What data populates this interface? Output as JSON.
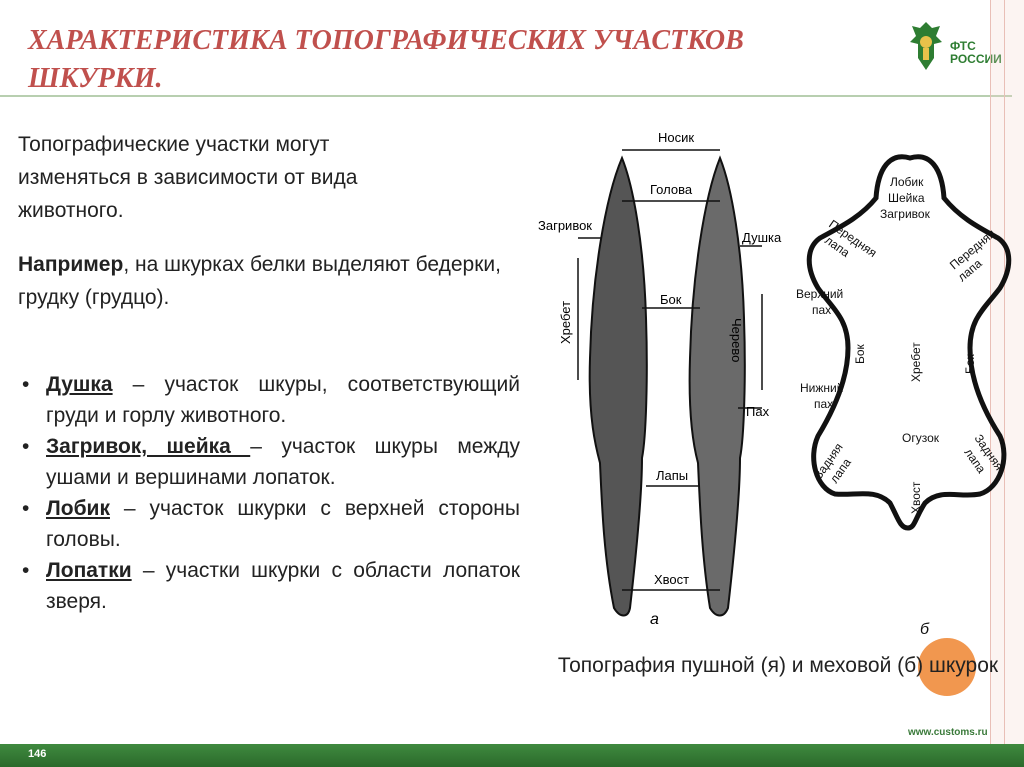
{
  "slide": {
    "title": "ХАРАКТЕРИСТИКА ТОПОГРАФИЧЕСКИХ УЧАСТКОВ ШКУРКИ.",
    "logo_text_line1": "ФТС",
    "logo_text_line2": "РОССИИ",
    "page_number": "146",
    "website": "www.customs.ru"
  },
  "content": {
    "intro": "Топографические участки могут изменяться в зависимости от вида животного.",
    "example_bold": "Например",
    "example_rest": ", на шкурках белки выделяют бедерки, грудку (грудцо).",
    "bullets": [
      {
        "term": "Душка",
        "text": " – участок шкуры, соответствующий груди и горлу животного."
      },
      {
        "term": "Загривок, шейка ",
        "text": "– участок шкуры между ушами и вершинами лопаток."
      },
      {
        "term": "Лобик",
        "text": " – участок шкурки с верхней стороны головы."
      },
      {
        "term": "Лопатки",
        "text": " – участки шкурки с области лопаток зверя."
      }
    ]
  },
  "figure": {
    "caption": "Топография пушной (я) и меховой (б) шкурок",
    "left_labels": {
      "nosik": "Носик",
      "golova": "Голова",
      "zagrivok": "Загривок",
      "dushka": "Душка",
      "khrebet": "Хребет",
      "bok": "Бок",
      "cherevo": "Черево",
      "pakh": "Пах",
      "lapy": "Лапы",
      "khvost": "Хвост",
      "marker": "а"
    },
    "right_labels": {
      "lobik": "Лобик",
      "sheika": "Шейка",
      "zagrivok": "Загривок",
      "perednyaya_lapa_l_1": "Передняя",
      "perednyaya_lapa_l_2": "лапа",
      "perednyaya_lapa_r_1": "Передняя",
      "perednyaya_lapa_r_2": "лапа",
      "verkhny_pakh_1": "Верхний",
      "verkhny_pakh_2": "пах",
      "bok_left": "Бок",
      "khrebet": "Хребет",
      "bok_right": "Бок",
      "nizhny_pakh_1": "Нижний",
      "nizhny_pakh_2": "пах",
      "oguzok": "Огузок",
      "khvost": "Хвост",
      "zadnyaya_lapa_l_1": "Задняя",
      "zadnyaya_lapa_l_2": "лапа",
      "zadnyaya_lapa_r_1": "Задняя",
      "zadnyaya_lapa_r_2": "лапа",
      "marker": "б"
    }
  },
  "colors": {
    "title": "#c0504d",
    "accent_green": "#2e7d32",
    "accent_orange": "#f08c3c"
  }
}
